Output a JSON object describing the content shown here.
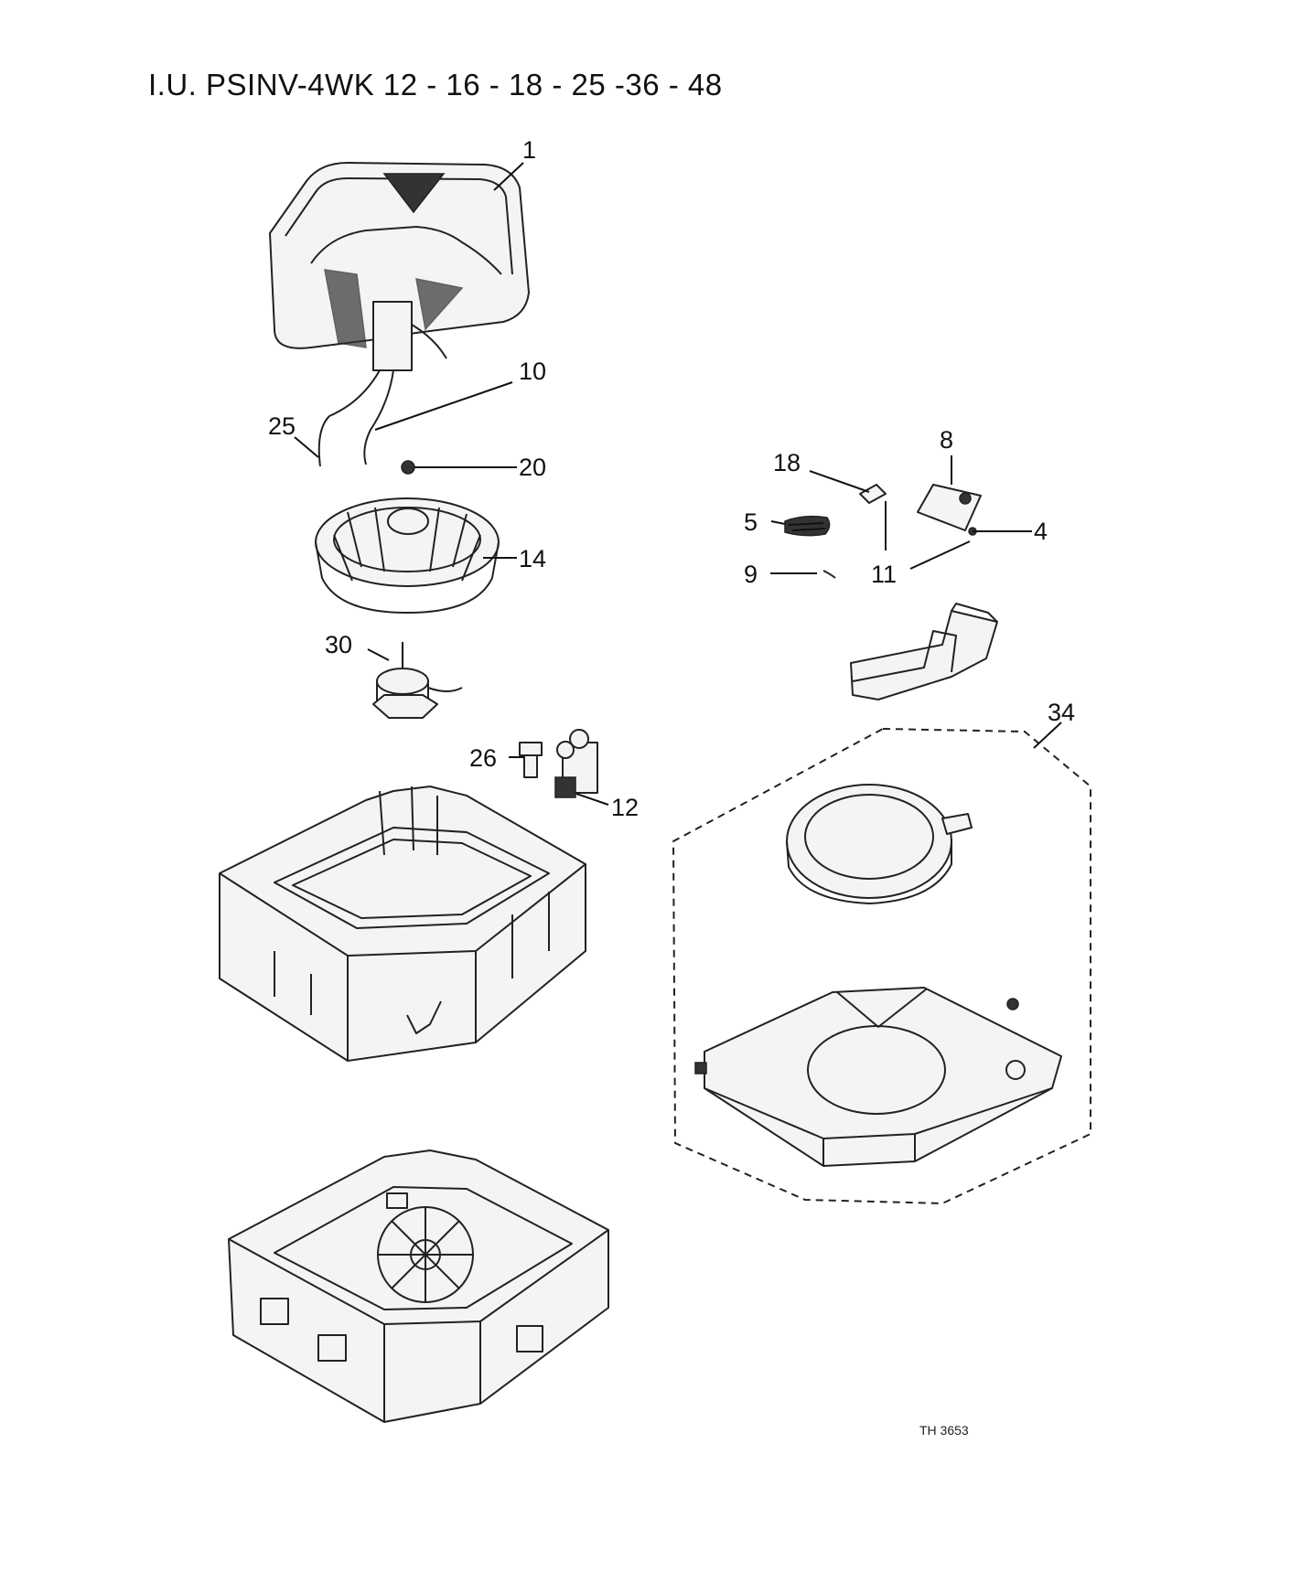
{
  "title": "I.U. PSINV-4WK 12 - 16 - 18 - 25 -36 - 48",
  "drawing_ref": "TH 3653",
  "callouts": {
    "c1": "1",
    "c10": "10",
    "c25": "25",
    "c20": "20",
    "c14": "14",
    "c30": "30",
    "c26": "26",
    "c12": "12",
    "c18": "18",
    "c8": "8",
    "c5": "5",
    "c4": "4",
    "c9": "9",
    "c11": "11",
    "c34": "34"
  }
}
